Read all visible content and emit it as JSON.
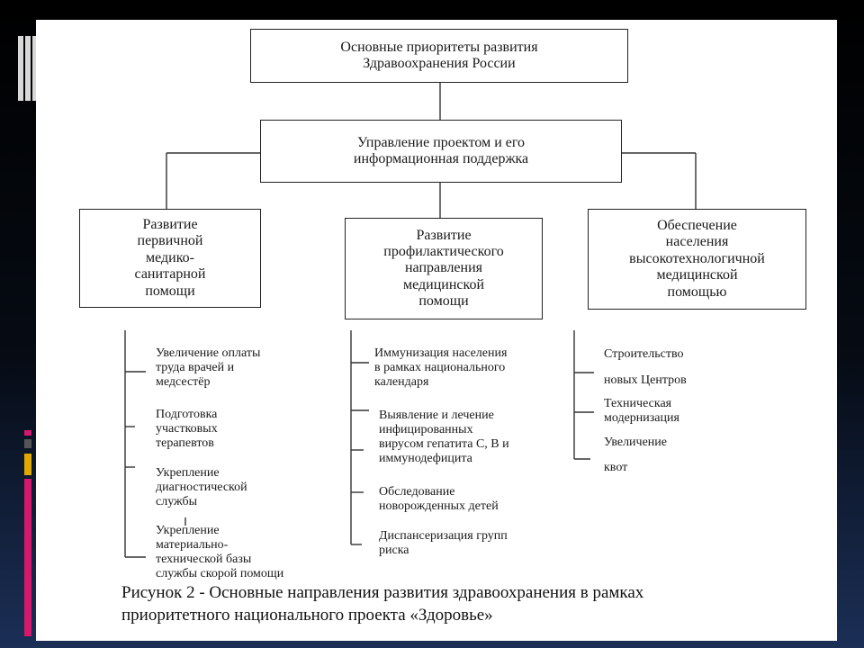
{
  "top_box": "Основные приоритеты развития\nЗдравоохранения России",
  "mid_box": "Управление проектом и его\nинформационная поддержка",
  "branches": [
    {
      "title": "Развитие\nпервичной\nмедико-\nсанитарной\nпомощи",
      "items": [
        "Увеличение оплаты\nтруда врачей и\nмедсестёр",
        "Подготовка\nучастковых\nтерапевтов",
        "Укрепление\nдиагностической\nслужбы",
        "Укрепление\nматериально-\nтехнической базы\nслужбы скорой помощи"
      ]
    },
    {
      "title": "Развитие\nпрофилактического\nнаправления\nмедицинской\nпомощи",
      "items": [
        "Иммунизация населения\nв рамках национального\nкалендаря",
        "Выявление и лечение\nинфицированных\nвирусом гепатита С, В и\nиммунодефицита",
        "Обследование\nноворожденных детей",
        "Диспансеризация групп\nриска"
      ]
    },
    {
      "title": "Обеспечение\nнаселения\nвысокотехнологичной\nмедицинской\nпомощью",
      "items": [
        "Строительство",
        "новых Центров",
        "Техническая\nмодернизация",
        "Увеличение",
        "квот"
      ]
    }
  ],
  "caption": "Рисунок 2 - Основные направления развития здравоохранения в рамках\nприоритетного национального проекта «Здоровье»",
  "colors": {
    "accent_pink": "#d4186c",
    "accent_gold": "#e0a800",
    "accent_gray": "#555555"
  }
}
